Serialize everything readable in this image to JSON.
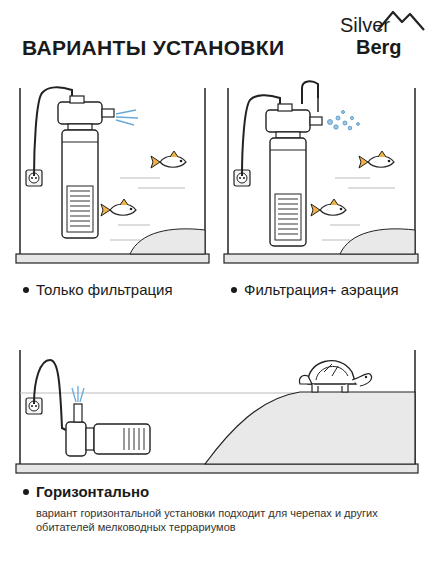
{
  "diagram": {
    "title": "ВАРИАНТЫ УСТАНОВКИ",
    "nodes": [
      {
        "text": [
          "Только фильтрация"
        ]
      },
      {
        "text": [
          "Фильтрация+ аэрация"
        ]
      },
      {
        "text": [
          "Горизонтально",
          "вариант горизонтальной установки подходит для черепах и других обитателей мелководных террариумов"
        ]
      }
    ],
    "labels": [
      "Silver",
      "Berg"
    ]
  }
}
